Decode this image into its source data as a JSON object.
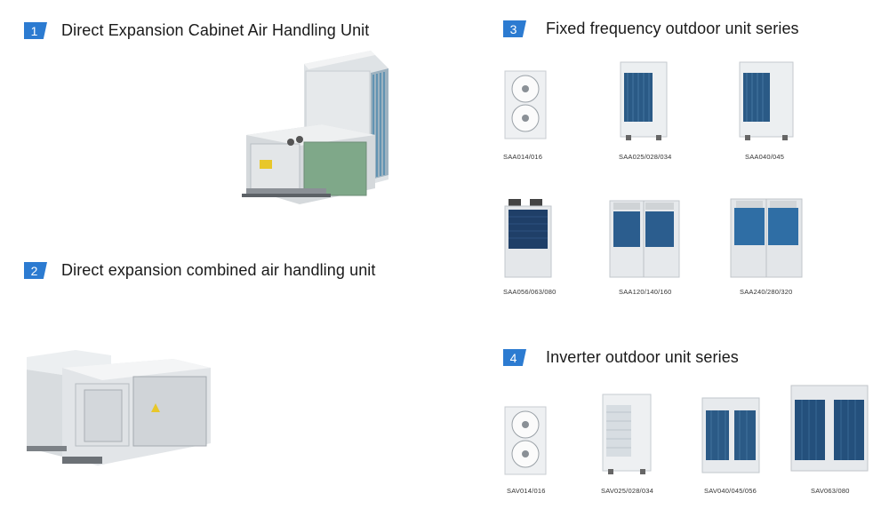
{
  "sections": [
    {
      "number": "1",
      "title": "Direct Expansion Cabinet Air Handling Unit"
    },
    {
      "number": "2",
      "title": "Direct expansion combined air handling unit"
    },
    {
      "number": "3",
      "title": "Fixed frequency outdoor unit series"
    },
    {
      "number": "4",
      "title": "Inverter outdoor unit series"
    }
  ],
  "fixed_models": [
    "SAA014/016",
    "SAA025/028/034",
    "SAA040/045",
    "SAA056/063/080",
    "SAA120/140/160",
    "SAA240/280/320"
  ],
  "inverter_models": [
    "SAV014/016",
    "SAV025/028/034",
    "SAV040/045/056",
    "SAV063/080"
  ]
}
